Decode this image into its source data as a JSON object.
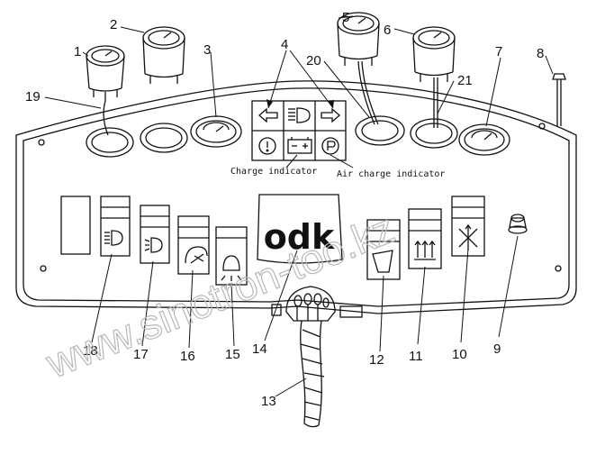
{
  "captions": {
    "charge_indicator": "Charge indicator",
    "air_charge_indicator": "Air charge indicator"
  },
  "callouts": [
    "1",
    "2",
    "3",
    "4",
    "5",
    "6",
    "7",
    "8",
    "9",
    "10",
    "11",
    "12",
    "13",
    "14",
    "15",
    "16",
    "17",
    "18",
    "19",
    "20",
    "21"
  ],
  "logo_text": "odk",
  "watermark": "www.sinotron-too.kz",
  "colors": {
    "line": "#111111",
    "watermark": "#b8b8b8",
    "background": "#ffffff"
  }
}
